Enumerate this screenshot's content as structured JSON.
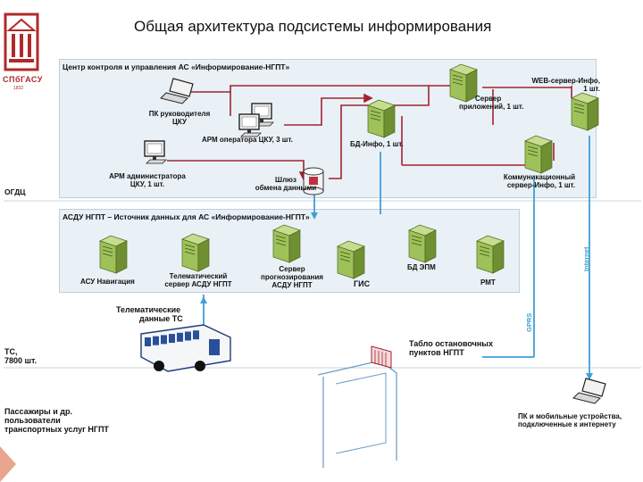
{
  "title": "Общая архитектура подсистемы информирования",
  "logo": {
    "name": "СПбГАСУ",
    "year": "1832"
  },
  "control_center": {
    "heading": "Центр контроля и управления АС «Информирование-НГПТ»",
    "pk_head": [
      "ПК руководителя",
      "ЦКУ"
    ],
    "arm_operator": "АРМ оператора ЦКУ, 3 шт.",
    "arm_admin": [
      "АРМ администратора",
      "ЦКУ, 1 шт."
    ],
    "gateway": [
      "Шлюз",
      "обмена данными"
    ],
    "db_server": "БД-Инфо, 1 шт.",
    "app_server": [
      "Сервер",
      "приложений, 1 шт."
    ],
    "web_server": [
      "WEB-сервер-Инфо,",
      "1 шт."
    ],
    "comm_server": [
      "Коммуникационный",
      "сервер-Инфо, 1 шт."
    ]
  },
  "ogdc": "ОГДЦ",
  "source": {
    "heading": "АСДУ НГПТ – Источник данных для АС «Информирование-НГПТ»",
    "nav": "АСУ Навигация",
    "telematic": [
      "Телематический",
      "сервер АСДУ НГПТ"
    ],
    "forecast": [
      "Сервер",
      "прогнозирования",
      "АСДУ НГПТ"
    ],
    "gis": "ГИС",
    "db_epm": "БД ЭПМ",
    "rmt": "РМТ"
  },
  "telematic_data": [
    "Телематические",
    "данные ТС"
  ],
  "vehicles": [
    "ТС,",
    "7800 шт."
  ],
  "stop_board": [
    "Табло остановочных",
    "пунктов НГПТ"
  ],
  "passengers": [
    "Пассажиры и др.",
    "пользователи",
    "транспортных услуг НГПТ"
  ],
  "pc_devices": [
    "ПК и мобильные устройства,",
    "подключенные к интернету"
  ],
  "channel_gprs": "GPRS",
  "channel_internet": "Internet",
  "colors": {
    "link_red": "#a3222e",
    "link_blue": "#3f9fd8",
    "server_green": "#8cb34a",
    "panel": "#e9f1f7"
  },
  "icons": [
    "server-icon",
    "monitor-icon",
    "laptop-icon",
    "database-icon",
    "bus-icon",
    "stop-board-icon"
  ]
}
